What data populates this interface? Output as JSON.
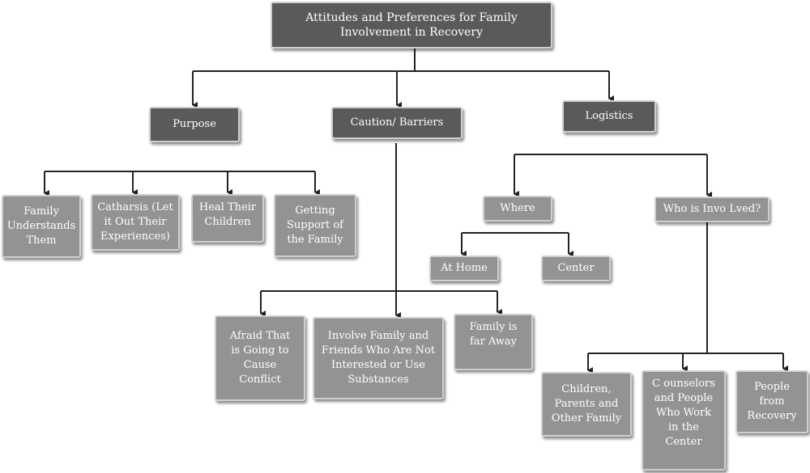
{
  "root": {
    "label": "Attitudes and Preferences for Family\nInvolvement in Recovery"
  },
  "categories": {
    "purpose": "Purpose",
    "caution": "Caution/ Barriers",
    "logistics": "Logistics"
  },
  "purpose_items": [
    "Family\nUnderstands\nThem",
    "Catharsis (Let\nit Out Their\nExperiences)",
    "Heal Their\nChildren",
    "Getting\nSupport of\nthe Family"
  ],
  "caution_items": [
    "Afraid That\nis Going to\nCause\nConflict",
    "Involve Family and\nFriends Who Are Not\nInterested or Use\nSubstances",
    "Family is\nfar Away"
  ],
  "logistics_items": {
    "where": "Where",
    "who": "Who is Invo Lved?"
  },
  "where_items": [
    "At Home",
    "Center"
  ],
  "who_items": [
    "Children,\nParents and\nOther Family",
    "C ounselors\nand People\nWho Work\nin the\nCenter",
    "People\nfrom\nRecovery"
  ],
  "colors": {
    "root": "#5a5a5a",
    "category": "#5a5a5a",
    "item": "#939393",
    "connector": "#222222"
  }
}
